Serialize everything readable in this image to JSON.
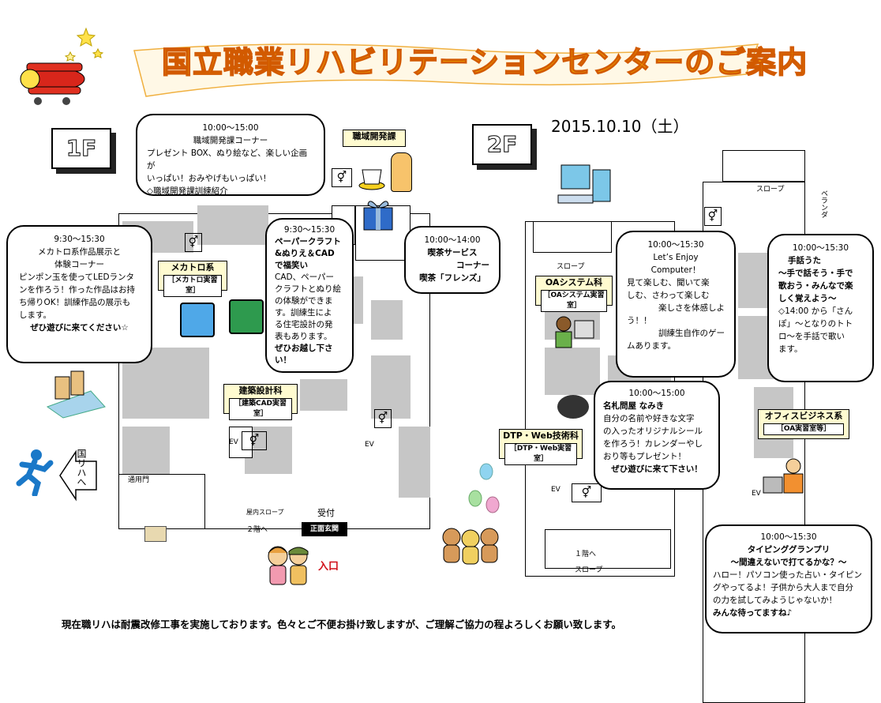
{
  "title": "国立職業リハビリテーションセンターのご案内",
  "date": "2015.10.10（土）",
  "floor1": "1F",
  "floor2": "2F",
  "footer": "現在職リハは耐震改修工事を実施しております。色々とご不便お掛け致しますが、ご理解ご協力の程よろしくお願い致します。",
  "labels": {
    "shokuiki": "職域開発課",
    "mechatro_t": "メカトロ系",
    "mechatro_s": "［メカトロ実習室］",
    "kenchiku_t": "建築設計科",
    "kenchiku_s": "［建築CAD実習室］",
    "oa_t": "OAシステム科",
    "oa_s": "［OAシステム実習室］",
    "dtp_t": "DTP・Web技術科",
    "dtp_s": "［DTP・Web実習室］",
    "office_t": "オフィスビジネス系",
    "office_s": "［OA実習室等］"
  },
  "map": {
    "tsuyomon": "通用門",
    "kokuriha": "国リハへ",
    "slope_in": "屋内スロープ",
    "to2f": "２階へ",
    "uketsuke": "受付",
    "genkan": "正面玄関",
    "iriguchi": "入口",
    "slope_a": "スロープ",
    "slope_b": "スロープ",
    "slope_c": "スロープ",
    "to1f": "１階へ",
    "veranda": "ベランダ",
    "ev": "EV"
  },
  "bubbles": {
    "shokuiki": [
      "10:00～15:00",
      "職域開発課コーナー",
      "プレゼント BOX、ぬり絵など、楽しい企画が",
      "いっぱい！おみやげもいっぱい！",
      "◇職域開発課訓練紹介"
    ],
    "mechatro": [
      "9:30～15:30",
      "メカトロ系作品展示と",
      "体験コーナー",
      "ピンポン玉を使ってLEDランタ",
      "ンを作ろう！作った作品はお持",
      "ち帰りOK！訓練作品の展示も",
      "します。",
      "ぜひ遊びに来てください☆"
    ],
    "kenchiku": [
      "9:30～15:30",
      "ペーパークラフト",
      "&ぬりえ＆CAD",
      "で福笑い",
      "CAD、ペーパー",
      "クラフトとぬり絵",
      "の体験ができま",
      "す。訓練生によ",
      "る住宅設計の発",
      "表もあります。",
      "ぜひお越し下さ",
      "い！"
    ],
    "kissa": [
      "10:00～14:00",
      "喫茶サービス",
      "コーナー",
      "喫茶「フレンズ」"
    ],
    "oa": [
      "10:00～15:30",
      "Let’s Enjoy",
      "Computer！",
      "見て楽しむ、聞いて楽",
      "しむ、さわって楽しむ",
      "楽しさを体感しよ",
      "う！！",
      "訓練生自作のゲー",
      "ムあります。"
    ],
    "shuwa": [
      "10:00～15:30",
      "手話うた",
      "～手で話そう・手で",
      "歌おう・みんなで楽",
      "しく覚えよう～",
      "◇14:00 から「さん",
      "ぽ」～となりのトト",
      "ロ～を手話で歌い",
      "ます。"
    ],
    "nafuda": [
      "10:00～15:00",
      "名札問屋 なみき",
      "自分の名前や好きな文字",
      "の入ったオリジナルシール",
      "を作ろう！カレンダーやし",
      "おり等もプレゼント！",
      "ぜひ遊びに来て下さい！"
    ],
    "typing": [
      "10:00～15:30",
      "タイピンググランプリ",
      "～間違えないで打てるかな？～",
      "ハロー！パソコン使った占い・タイピン",
      "グやってるよ！子供から大人まで自分",
      "の力を試してみようじゃないか！",
      "みんな待ってますね♪"
    ]
  },
  "colors": {
    "title_fill": "#f7b500",
    "title_stroke": "#d25a00",
    "room": "#c6c6c6",
    "label_bg": "#fffbd0"
  }
}
